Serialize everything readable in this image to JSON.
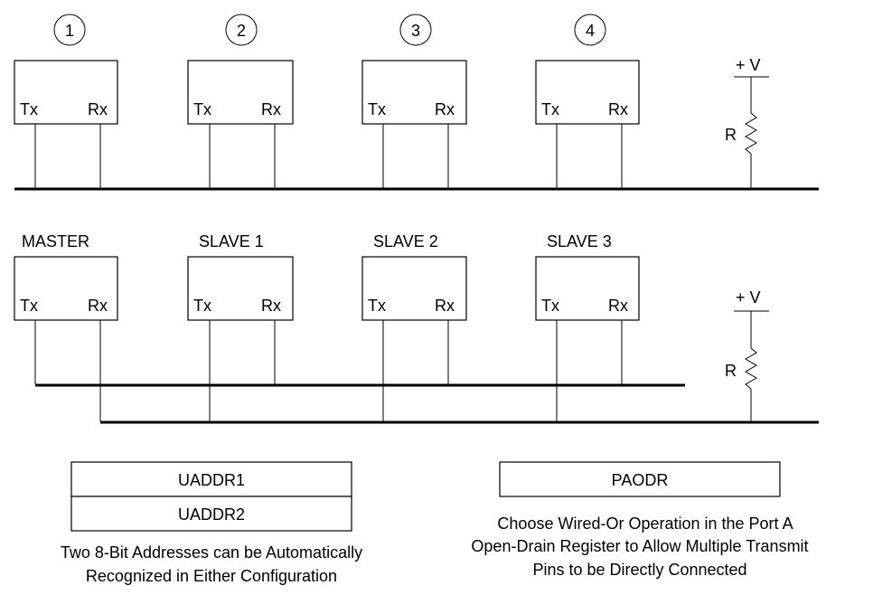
{
  "top_config": {
    "node_numbers": [
      "1",
      "2",
      "3",
      "4"
    ],
    "nodes": [
      {
        "tx": "Tx",
        "rx": "Rx"
      },
      {
        "tx": "Tx",
        "rx": "Rx"
      },
      {
        "tx": "Tx",
        "rx": "Rx"
      },
      {
        "tx": "Tx",
        "rx": "Rx"
      }
    ],
    "supply_label": "+ V",
    "resistor_label": "R"
  },
  "bottom_config": {
    "nodes": [
      {
        "title": "MASTER",
        "tx": "Tx",
        "rx": "Rx"
      },
      {
        "title": "SLAVE 1",
        "tx": "Tx",
        "rx": "Rx"
      },
      {
        "title": "SLAVE 2",
        "tx": "Tx",
        "rx": "Rx"
      },
      {
        "title": "SLAVE 3",
        "tx": "Tx",
        "rx": "Rx"
      }
    ],
    "supply_label": "+ V",
    "resistor_label": "R"
  },
  "registers": {
    "address": [
      "UADDR1",
      "UADDR2"
    ],
    "address_caption": [
      "Two 8-Bit Addresses can be Automatically",
      "Recognized in Either Configuration"
    ],
    "port": "PAODR",
    "port_caption": [
      "Choose Wired-Or Operation in the Port A",
      "Open-Drain Register to Allow Multiple Transmit",
      "Pins to be Directly Connected"
    ]
  }
}
